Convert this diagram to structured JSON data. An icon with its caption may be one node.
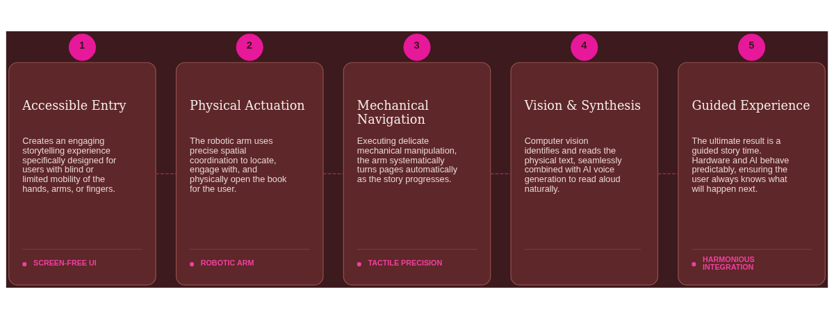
{
  "diagram": {
    "nodes": [
      {
        "text": [
          "1"
        ]
      },
      {
        "text": [
          "Accessible Entry",
          "Creates an engaging storytelling experience specifically designed for users with blind or limited mobility of the hands, arms, or fingers.",
          "SCREEN-FREE UI"
        ]
      },
      {
        "text": [
          "2"
        ]
      },
      {
        "text": [
          "Physical Actuation",
          "The robotic arm uses precise spatial coordination to locate, engage with, and physically open the book for the user.",
          "ROBOTIC ARM"
        ]
      },
      {
        "text": [
          "3"
        ]
      },
      {
        "text": [
          "Mechanical Navigation",
          "Executing delicate mechanical manipulation, the arm systematically turns pages automatically as the story progresses.",
          "TACTILE PRECISION"
        ]
      },
      {
        "text": [
          "4"
        ]
      },
      {
        "text": [
          "Vision & Synthesis",
          "Computer vision identifies and reads the physical text, seamlessly combined with AI voice generation to read aloud naturally."
        ]
      },
      {
        "text": [
          "5"
        ]
      },
      {
        "text": [
          "Guided Experience",
          "The ultimate result is a guided story time. Hardware and AI behave predictably, ensuring the user always knows what will happen next.",
          "HARMONIOUS INTEGRATION"
        ]
      }
    ],
    "edges": [
      {
        "from": 1,
        "to": 3,
        "arrow": "none",
        "style": "dashed"
      },
      {
        "from": 3,
        "to": 5,
        "arrow": "none",
        "style": "dashed"
      },
      {
        "from": 5,
        "to": 7,
        "arrow": "none",
        "style": "dashed"
      },
      {
        "from": 7,
        "to": 9,
        "arrow": "none",
        "style": "dashed"
      }
    ]
  }
}
